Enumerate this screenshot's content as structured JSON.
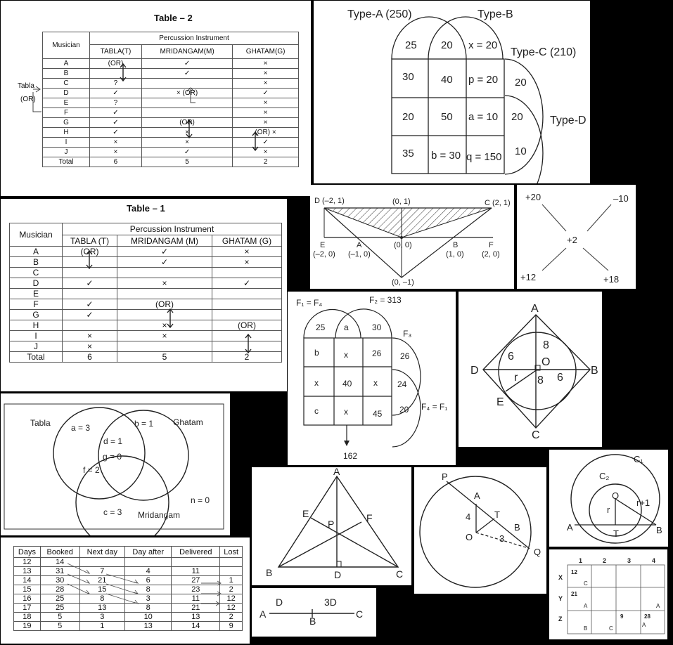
{
  "table2": {
    "title": "Table – 2",
    "header_musician": "Musician",
    "header_group": "Percussion Instrument",
    "cols": [
      "TABLA(T)",
      "MRIDANGAM(M)",
      "GHATAM(G)"
    ],
    "rows": [
      [
        "A",
        "(OR)",
        "✓",
        "×"
      ],
      [
        "B",
        "",
        "✓",
        "×"
      ],
      [
        "C",
        "?",
        "",
        "×"
      ],
      [
        "D",
        "✓",
        "× (OR)",
        "✓"
      ],
      [
        "E",
        "?",
        "",
        "×"
      ],
      [
        "F",
        "✓",
        "",
        "×"
      ],
      [
        "G",
        "✓",
        "(OR)",
        "×"
      ],
      [
        "H",
        "✓",
        "×",
        "(OR) ×"
      ],
      [
        "I",
        "×",
        "×",
        "✓"
      ],
      [
        "J",
        "×",
        "✓",
        "×"
      ],
      [
        "Total",
        "6",
        "5",
        "2"
      ]
    ],
    "side_label_1": "Tabla",
    "side_label_2": "(OR)"
  },
  "table1": {
    "title": "Table – 1",
    "header_musician": "Musician",
    "header_group": "Percussion Instrument",
    "cols": [
      "TABLA (T)",
      "MRIDANGAM (M)",
      "GHATAM (G)"
    ],
    "rows": [
      [
        "A",
        "(OR)",
        "✓",
        "×"
      ],
      [
        "B",
        "",
        "✓",
        "×"
      ],
      [
        "C",
        "",
        "",
        ""
      ],
      [
        "D",
        "✓",
        "×",
        "✓"
      ],
      [
        "E",
        "",
        "",
        ""
      ],
      [
        "F",
        "✓",
        "(OR)",
        ""
      ],
      [
        "G",
        "✓",
        "",
        ""
      ],
      [
        "H",
        "",
        "×",
        "(OR)"
      ],
      [
        "I",
        "×",
        "×",
        ""
      ],
      [
        "J",
        "×",
        "",
        ""
      ],
      [
        "Total",
        "6",
        "5",
        "2"
      ]
    ]
  },
  "venn_types": {
    "type_a": "Type-A (250)",
    "type_b": "Type-B",
    "type_c": "Type-C (210)",
    "type_d": "Type-D",
    "cells": [
      "25",
      "20",
      "x = 20",
      "30",
      "40",
      "p = 20",
      "20",
      "50",
      "a = 10",
      "35",
      "b = 30",
      "q = 150",
      "20",
      "20",
      "10"
    ]
  },
  "triangle_coords": {
    "labels": [
      "D (–2, 1)",
      "(0, 1)",
      "C (2, 1)",
      "E",
      "(–2, 0)",
      "A",
      "(–1, 0)",
      "(0, 0)",
      "B",
      "(1, 0)",
      "F",
      "(2, 0)",
      "(0, –1)"
    ]
  },
  "cross_numbers": {
    "tl": "+20",
    "tr": "–10",
    "center": "+2",
    "bl": "+12",
    "br": "+18"
  },
  "venn_f": {
    "f1": "F₁ = F₄",
    "f2": "F₂ = 313",
    "f3": "F₃",
    "f4": "F₄ = F₁",
    "cells": [
      "25",
      "a",
      "30",
      "b",
      "x",
      "26",
      "26",
      "x",
      "40",
      "x",
      "24",
      "c",
      "x",
      "45",
      "20"
    ],
    "below": "162"
  },
  "rhombus": {
    "labels": [
      "A",
      "B",
      "C",
      "D",
      "O",
      "E",
      "6",
      "8",
      "r",
      "8",
      "6"
    ]
  },
  "venn_music": {
    "tabla": "Tabla",
    "ghatam": "Ghatam",
    "mridangam": "Mridangam",
    "a": "a = 3",
    "b": "b = 1",
    "d": "d = 1",
    "g": "g = 0",
    "f": "f = 2",
    "c": "c = 3",
    "n": "n = 0"
  },
  "triangle_abc": {
    "labels": [
      "A",
      "B",
      "C",
      "D",
      "E",
      "F",
      "P"
    ]
  },
  "circle_pq": {
    "labels": [
      "P",
      "A",
      "T",
      "B",
      "O",
      "Q",
      "4",
      "3"
    ]
  },
  "circle_c": {
    "labels": [
      "C₁",
      "C₂",
      "O",
      "r",
      "r+1",
      "A",
      "T",
      "B"
    ]
  },
  "days_table": {
    "headers": [
      "Days",
      "Booked",
      "Next day",
      "Day after",
      "Delivered",
      "Lost"
    ],
    "rows": [
      [
        "12",
        "14",
        "",
        "",
        "",
        ""
      ],
      [
        "13",
        "31",
        "7",
        "4",
        "11",
        ""
      ],
      [
        "14",
        "30",
        "21",
        "6",
        "27",
        "1"
      ],
      [
        "15",
        "28",
        "15",
        "8",
        "23",
        "2"
      ],
      [
        "16",
        "25",
        "8",
        "3",
        "11",
        "12"
      ],
      [
        "17",
        "25",
        "13",
        "8",
        "21",
        "12"
      ],
      [
        "18",
        "5",
        "3",
        "10",
        "13",
        "2"
      ],
      [
        "19",
        "5",
        "1",
        "13",
        "14",
        "9"
      ]
    ]
  },
  "line_seg": {
    "labels": [
      "D",
      "3D",
      "A",
      "B",
      "C"
    ]
  },
  "grid_xyz": {
    "cols": [
      "1",
      "2",
      "3",
      "4"
    ],
    "rows": [
      "X",
      "Y",
      "Z"
    ],
    "cells": [
      "12",
      "C",
      "21",
      "A",
      "A",
      "B",
      "C",
      "9",
      "28",
      "A"
    ]
  }
}
